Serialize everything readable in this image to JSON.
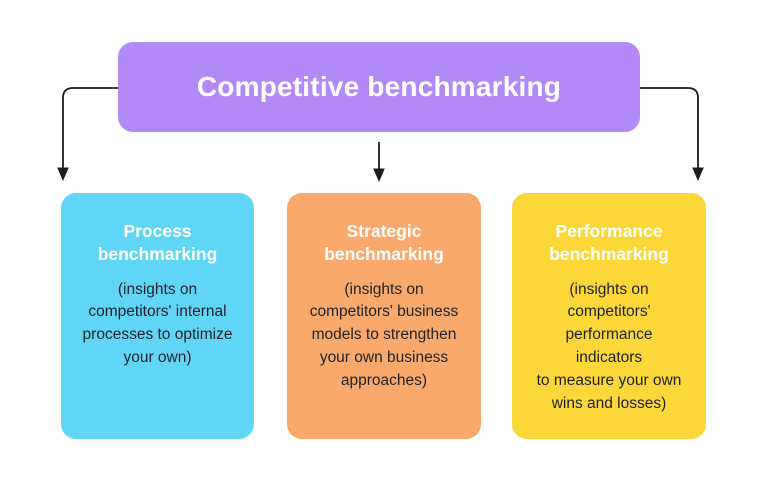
{
  "diagram": {
    "title": "Competitive benchmarking",
    "arrow_color": "#1c1c1c",
    "root": {
      "label": "Competitive benchmarking",
      "color": "#b388f7",
      "text_color": "#ffffff"
    },
    "children": [
      {
        "title": "Process\nbenchmarking",
        "body": "(insights on\ncompetitors' internal\nprocesses to optimize\nyour own)",
        "color": "#61d5f6",
        "title_color": "#ffffff",
        "body_color": "#1e2128"
      },
      {
        "title": "Strategic\nbenchmarking",
        "body": "(insights on\ncompetitors' business\nmodels to strengthen\nyour own business\napproaches)",
        "color": "#f9a96b",
        "title_color": "#ffffff",
        "body_color": "#1e2128"
      },
      {
        "title": "Performance\nbenchmarking",
        "body": "(insights on\ncompetitors'\nperformance\nindicators\nto measure your own\nwins and losses)",
        "color": "#fbd73a",
        "title_color": "#ffffff",
        "body_color": "#1e2128"
      }
    ]
  }
}
